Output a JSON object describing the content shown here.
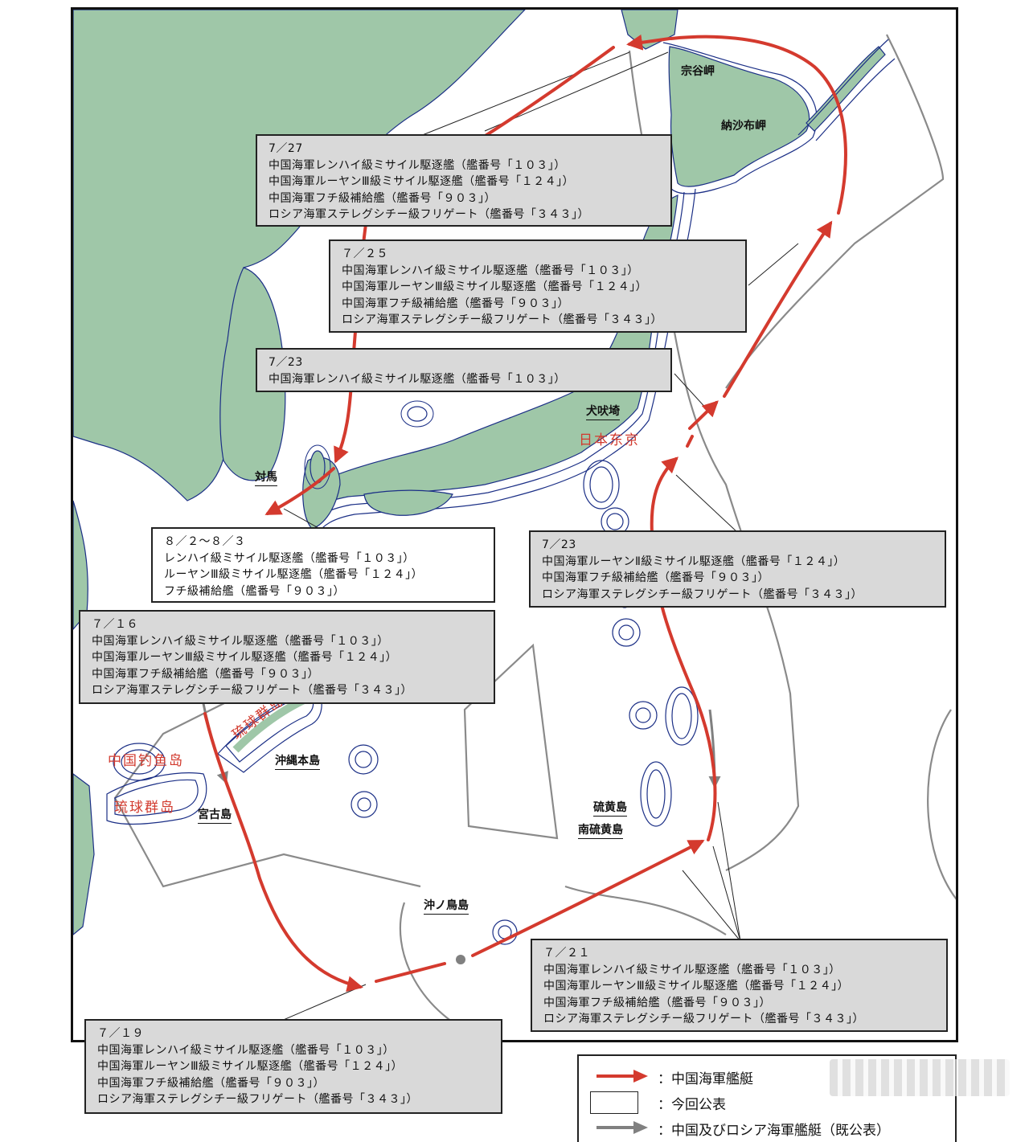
{
  "colors": {
    "sea": "#ffffff",
    "land": "#9fc7a8",
    "eez": "#8a8a8a",
    "coast": "#1b2f86",
    "route_red": "#d43a2e",
    "route_gray": "#808080",
    "label_box": "#d9d9d9"
  },
  "boxes": [
    {
      "id": "b727",
      "date": "7／27",
      "lines": [
        "中国海軍レンハイ級ミサイル駆逐艦（艦番号「１０３」）",
        "中国海軍ルーヤンⅢ級ミサイル駆逐艦（艦番号「１２４」）",
        "中国海軍フチ級補給艦（艦番号「９０３」）",
        "ロシア海軍ステレグシチー級フリゲート（艦番号「３４３」）"
      ]
    },
    {
      "id": "b725",
      "date": "７／２５",
      "lines": [
        "中国海軍レンハイ級ミサイル駆逐艦（艦番号「１０３」）",
        "中国海軍ルーヤンⅢ級ミサイル駆逐艦（艦番号「１２４」）",
        "中国海軍フチ級補給艦（艦番号「９０３」）",
        "ロシア海軍ステレグシチー級フリゲート（艦番号「３４３」）"
      ]
    },
    {
      "id": "b723a",
      "date": "7／23",
      "lines": [
        "中国海軍レンハイ級ミサイル駆逐艦（艦番号「１０３」）"
      ]
    },
    {
      "id": "b723b",
      "date": "7／23",
      "lines": [
        "中国海軍ルーヤンⅡ級ミサイル駆逐艦（艦番号「１２４」）",
        "中国海軍フチ級補給艦（艦番号「９０３」）",
        "ロシア海軍ステレグシチー級フリゲート（艦番号「３４３」）"
      ]
    },
    {
      "id": "b802",
      "date": "８／２～８／３",
      "lines": [
        "レンハイ級ミサイル駆逐艦（艦番号「１０３」）",
        "ルーヤンⅢ級ミサイル駆逐艦（艦番号「１２４」）",
        "フチ級補給艦（艦番号「９０３」）"
      ]
    },
    {
      "id": "b716",
      "date": "７／１６",
      "lines": [
        "中国海軍レンハイ級ミサイル駆逐艦（艦番号「１０３」）",
        "中国海軍ルーヤンⅢ級ミサイル駆逐艦（艦番号「１２４」）",
        "中国海軍フチ級補給艦（艦番号「９０３」）",
        "ロシア海軍ステレグシチー級フリゲート（艦番号「３４３」）"
      ]
    },
    {
      "id": "b721",
      "date": "７／２１",
      "lines": [
        "中国海軍レンハイ級ミサイル駆逐艦（艦番号「１０３」）",
        "中国海軍ルーヤンⅢ級ミサイル駆逐艦（艦番号「１２４」）",
        "中国海軍フチ級補給艦（艦番号「９０３」）",
        "ロシア海軍ステレグシチー級フリゲート（艦番号「３４３」）"
      ]
    },
    {
      "id": "b719",
      "date": "７／１９",
      "lines": [
        "中国海軍レンハイ級ミサイル駆逐艦（艦番号「１０３」）",
        "中国海軍ルーヤンⅢ級ミサイル駆逐艦（艦番号「１２４」）",
        "中国海軍フチ級補給艦（艦番号「９０３」）",
        "ロシア海軍ステレグシチー級フリゲート（艦番号「３４３」）"
      ]
    }
  ],
  "places": {
    "soya": "宗谷岬",
    "nosappu": "納沙布岬",
    "inubo": "犬吠埼",
    "tsushima": "対馬",
    "okinawa": "沖縄本島",
    "miyako": "宮古島",
    "iwoto": "硫黄島",
    "minamiiwoto": "南硫黄島",
    "okinotori": "沖ノ鳥島"
  },
  "handwritten": {
    "tokyo": "日本东京",
    "diaoyu": "中国钓鱼岛",
    "ryukyu_north": "琉球群岛",
    "ryukyu_south": "琉球群岛"
  },
  "legend": {
    "red": "：中国海軍艦艇",
    "box": "：今回公表",
    "gray": "：中国及びロシア海軍艦艇（既公表）"
  }
}
